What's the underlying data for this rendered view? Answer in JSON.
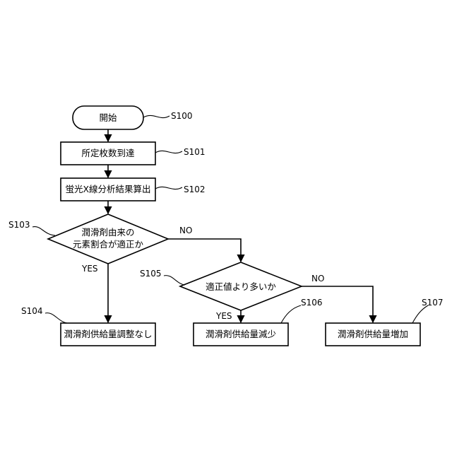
{
  "nodes": {
    "start": "開始",
    "s101": "所定枚数到達",
    "s102": "蛍光X線分析結果算出",
    "s103_line1": "潤滑剤由来の",
    "s103_line2": "元素割合が適正か",
    "s104": "潤滑剤供給量調整なし",
    "s105": "適正値より多いか",
    "s106": "潤滑剤供給量減少",
    "s107": "潤滑剤供給量増加"
  },
  "step_labels": {
    "s100": "S100",
    "s101": "S101",
    "s102": "S102",
    "s103": "S103",
    "s104": "S104",
    "s105": "S105",
    "s106": "S106",
    "s107": "S107"
  },
  "branch_labels": {
    "s103_no": "NO",
    "s103_yes": "YES",
    "s105_no": "NO",
    "s105_yes": "YES"
  }
}
